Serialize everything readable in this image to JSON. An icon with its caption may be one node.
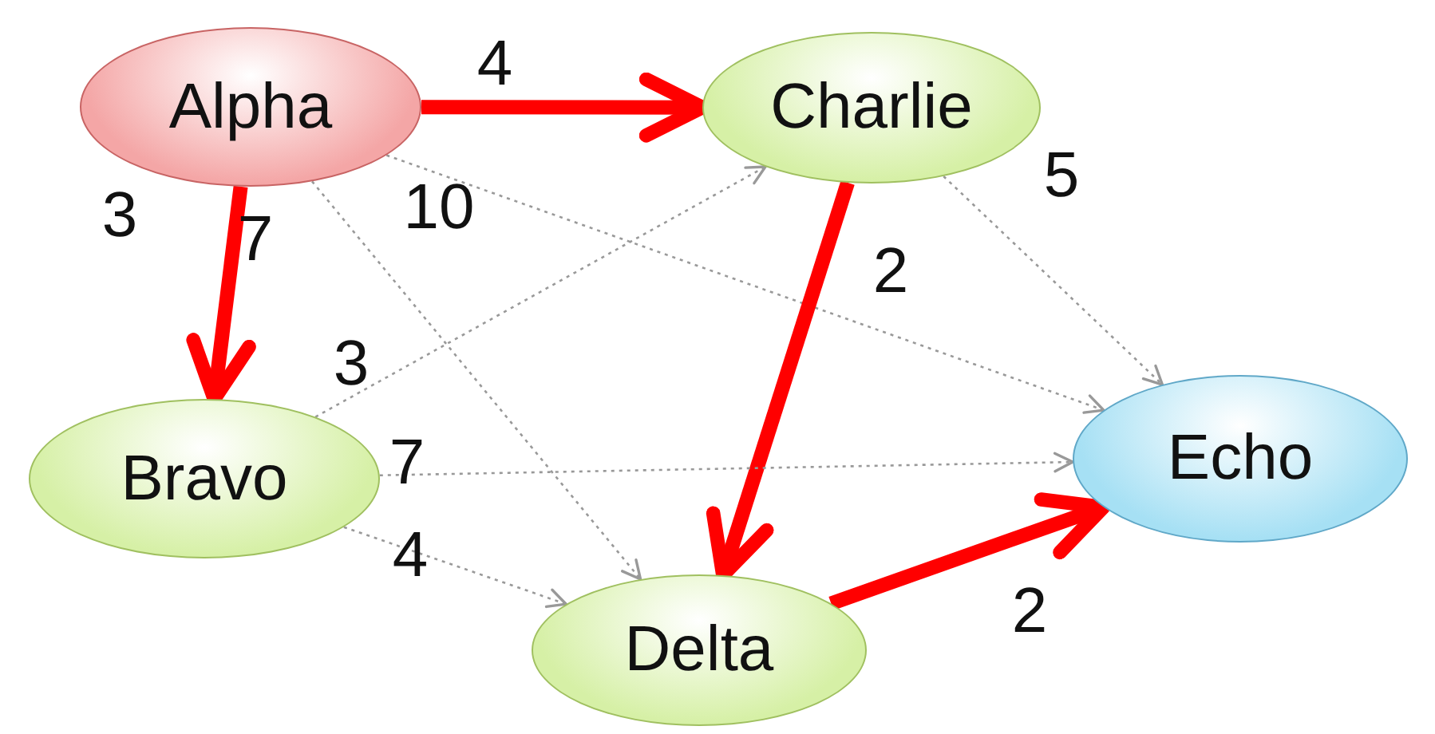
{
  "diagram": {
    "nodes": [
      {
        "text": [
          "Alpha"
        ]
      },
      {
        "text": [
          "Charlie"
        ]
      },
      {
        "text": [
          "Bravo"
        ]
      },
      {
        "text": [
          "Echo"
        ]
      },
      {
        "text": [
          "Delta"
        ]
      }
    ],
    "edges": [
      {
        "from": 0,
        "to": 1,
        "arrow": "to",
        "label": "4",
        "style": "thick",
        "color": "#ff0000"
      },
      {
        "from": 0,
        "to": 2,
        "arrow": "to",
        "label": "3",
        "style": "thick",
        "color": "#ff0000"
      },
      {
        "from": 0,
        "to": 4,
        "arrow": "to",
        "label": "7",
        "style": "dashed"
      },
      {
        "from": 0,
        "to": 3,
        "arrow": "to",
        "label": "10",
        "style": "dashed"
      },
      {
        "from": 1,
        "to": 3,
        "arrow": "to",
        "label": "5",
        "style": "dashed"
      },
      {
        "from": 1,
        "to": 4,
        "arrow": "to",
        "label": "2",
        "style": "thick",
        "color": "#ff0000"
      },
      {
        "from": 2,
        "to": 1,
        "arrow": "to",
        "label": "3",
        "style": "dashed"
      },
      {
        "from": 2,
        "to": 3,
        "arrow": "to",
        "label": "7",
        "style": "dashed"
      },
      {
        "from": 2,
        "to": 4,
        "arrow": "to",
        "label": "4",
        "style": "dashed"
      },
      {
        "from": 4,
        "to": 3,
        "arrow": "to",
        "label": "2",
        "style": "thick",
        "color": "#ff0000"
      }
    ]
  }
}
